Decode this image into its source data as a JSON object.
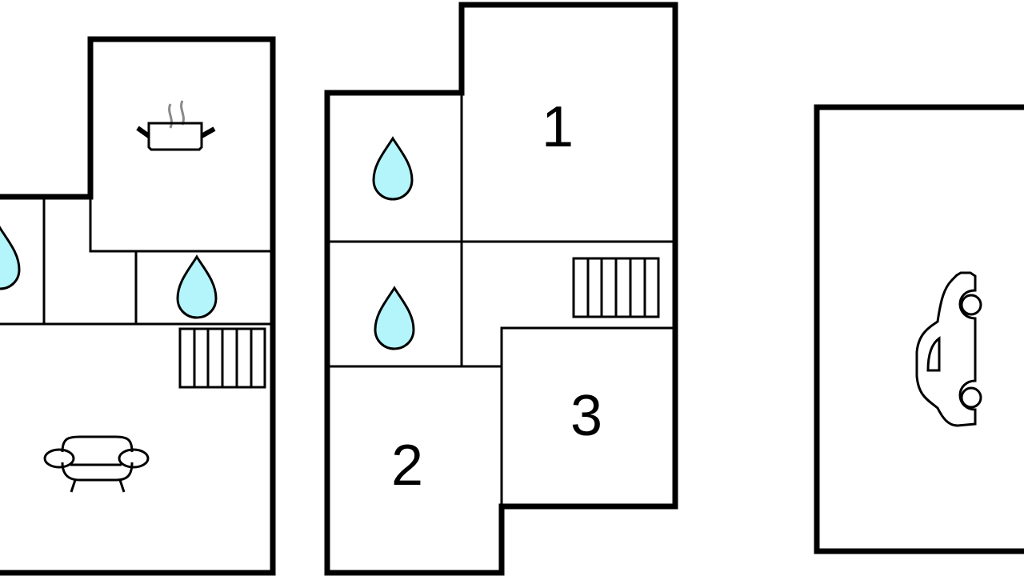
{
  "floorplan": {
    "rooms": [
      {
        "label": "1",
        "type": "bedroom"
      },
      {
        "label": "2",
        "type": "bedroom"
      },
      {
        "label": "3",
        "type": "bedroom"
      }
    ],
    "icons": [
      "kitchen-pot-icon",
      "bathroom-drop-icon",
      "stairs-icon",
      "sofa-icon",
      "car-icon"
    ],
    "colors": {
      "wall": "#000000",
      "water": "#b3f5fb",
      "steam": "#8a8a8a"
    }
  }
}
